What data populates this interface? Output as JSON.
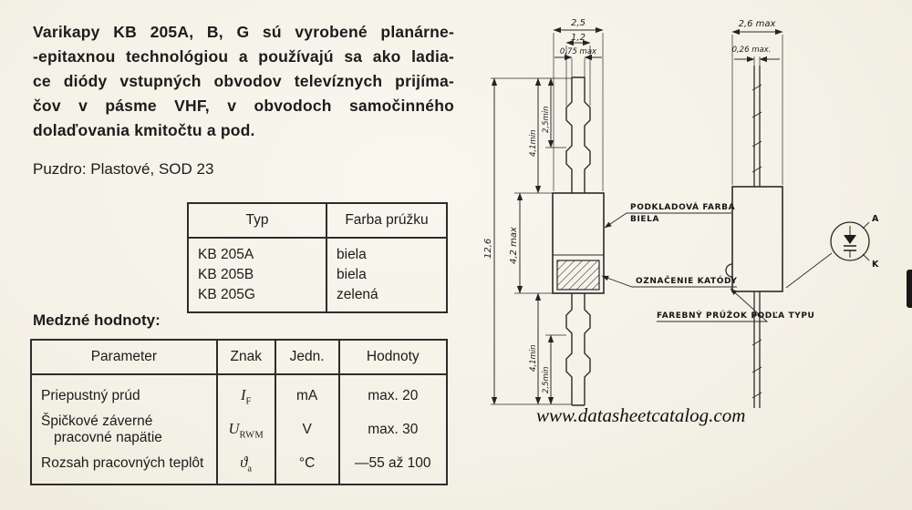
{
  "intro": {
    "lines": [
      "Varikapy KB 205A, B, G sú vyrobené planárne-",
      "-epitaxnou technológiou a používajú sa ako ladia-",
      "ce diódy vstupných obvodov televíznych prijíma-",
      "čov v pásme VHF, v obvodoch samočinného",
      "dolaďovania kmitočtu a pod."
    ],
    "package_line": "Puzdro: Plastové, SOD 23"
  },
  "type_table": {
    "headers": [
      "Typ",
      "Farba prúžku"
    ],
    "rows": [
      [
        "KB 205A",
        "biela"
      ],
      [
        "KB 205B",
        "biela"
      ],
      [
        "KB 205G",
        "zelená"
      ]
    ]
  },
  "limits": {
    "heading": "Medzné hodnoty:",
    "headers": [
      "Parameter",
      "Znak",
      "Jedn.",
      "Hodnoty"
    ],
    "rows": [
      {
        "parameter": "Priepustný prúd",
        "symbol": "I",
        "symbol_sub": "F",
        "unit": "mA",
        "value": "max. 20"
      },
      {
        "parameter": "Špičkové záverné",
        "parameter_line2": "pracovné napätie",
        "symbol": "U",
        "symbol_sub": "RWM",
        "unit": "V",
        "value": "max. 30"
      },
      {
        "parameter": "Rozsah pracovných teplôt",
        "symbol": "ϑ",
        "symbol_sub": "a",
        "unit": "°C",
        "value": "—55 až 100"
      }
    ]
  },
  "drawing": {
    "fig1": {
      "dim_width_outer": "2,5",
      "dim_width_mid": "1,2",
      "dim_width_tip": "0,75 max",
      "dim_total_length": "12,6",
      "dim_body_length": "4,2 max",
      "dim_lead_top": "4,1min",
      "dim_lead_top2": "2,5min",
      "dim_lead_bottom": "4,1min",
      "dim_lead_bottom2": "2,5min"
    },
    "fig2": {
      "dim_width": "2,6 max",
      "dim_lead_width": "0,26 max."
    },
    "labels": {
      "base_color_line1": "PODKLADOVÁ FARBA",
      "base_color_line2": "BIELA",
      "cathode_mark": "OZNAČENIE KATÓDY",
      "color_stripe": "FAREBNÝ PRÚŽOK PODĽA TYPU"
    },
    "symbol": {
      "anode": "A",
      "cathode": "K"
    }
  },
  "watermark": "www.datasheetcatalog.com"
}
